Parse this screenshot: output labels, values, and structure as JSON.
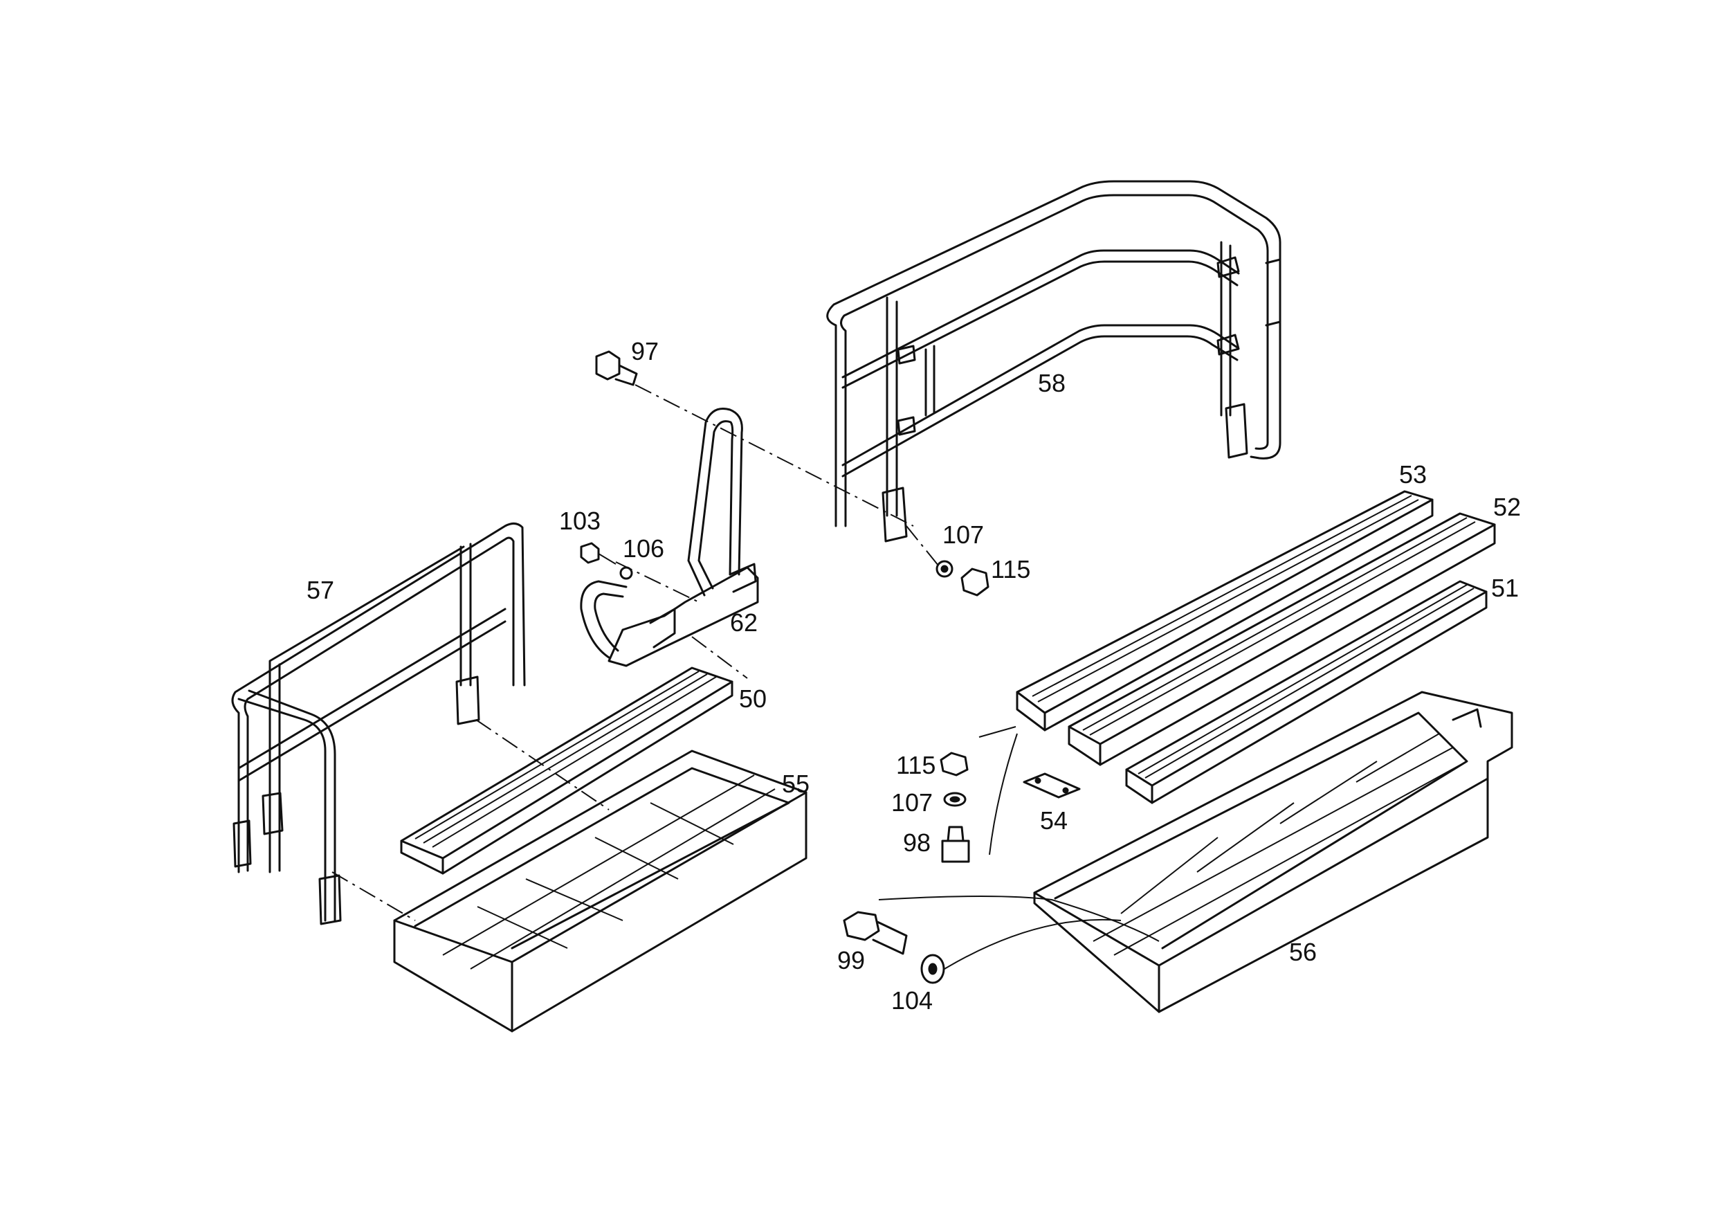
{
  "diagram": {
    "callouts": {
      "c97": "97",
      "c58": "58",
      "c53": "53",
      "c52": "52",
      "c51": "51",
      "c103": "103",
      "c106": "106",
      "c107a": "107",
      "c115a": "115",
      "c57": "57",
      "c62": "62",
      "c50": "50",
      "c55": "55",
      "c115b": "115",
      "c107b": "107",
      "c54": "54",
      "c98": "98",
      "c99": "99",
      "c104": "104",
      "c56": "56"
    }
  }
}
